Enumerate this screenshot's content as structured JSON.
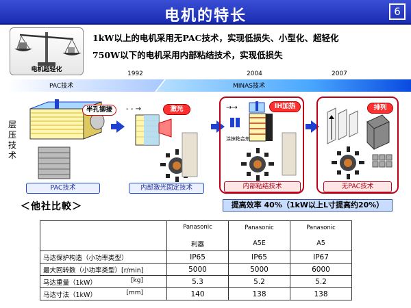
{
  "header": {
    "title": "电机的特长",
    "page_number": "6"
  },
  "scale_icon": {
    "label": "电机超轻化"
  },
  "features": [
    "1kW以上的电机采用无PAC技术，实现低损失、小型化、超轻化",
    "750W以下的电机采用内部粘结技术，实现低损失"
  ],
  "timeline": {
    "years": [
      "1992",
      "2004",
      "2007"
    ],
    "segments": [
      "PAC技术",
      "MINAS技术"
    ]
  },
  "side_label": "层压技术",
  "stages": [
    {
      "tag": "半孔铆接",
      "caption": "PAC技术"
    },
    {
      "tag": "激光",
      "caption": "内部激光固定技术"
    },
    {
      "tag": "IH加热",
      "caption": "内部粘结技术",
      "note": "涂抹粘合剂"
    },
    {
      "tag": "排列",
      "caption": "无PAC技术"
    }
  ],
  "compare_label": "＜他社比較＞",
  "efficiency_note": "提高效率 40%（1kW以上L寸提高约20%）",
  "spec_table": {
    "columns": [
      {
        "brand": "Panasonic",
        "model": "利器"
      },
      {
        "brand": "Panasonic",
        "model": "A5E"
      },
      {
        "brand": "Panasonic",
        "model": "A5"
      }
    ],
    "rows": [
      {
        "label": "马达保护构造（小功率类型）",
        "unit": "",
        "values": [
          "IP65",
          "IP65",
          "IP67"
        ]
      },
      {
        "label": "最大回转数（小功率类型）[r/min]",
        "unit": "",
        "values": [
          "5000",
          "5000",
          "6000"
        ]
      },
      {
        "label": "马达重量（1kW）",
        "unit": "[kg]",
        "values": [
          "5.3",
          "5.2",
          "5.2"
        ]
      },
      {
        "label": "马达寸法（1kW）",
        "unit": "[mm]",
        "values": [
          "140",
          "138",
          "138"
        ]
      }
    ]
  },
  "colors": {
    "title_bar": "#1a2bb0",
    "accent_red": "#c00018",
    "accent_blue": "#1e3fd0"
  }
}
